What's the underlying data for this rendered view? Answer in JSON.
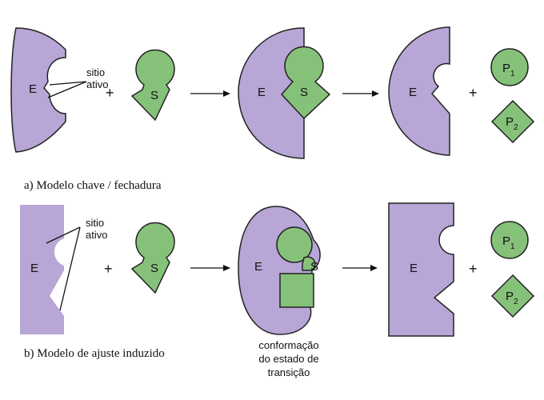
{
  "row_a": {
    "enzyme_label": "E",
    "active_site_label_1": "sitio",
    "active_site_label_2": "ativo",
    "plus_1": "+",
    "substrate_label": "S",
    "complex_enzyme_label": "E",
    "complex_substrate_label": "S",
    "product_enzyme_label": "E",
    "plus_2": "+",
    "product_1": {
      "base": "P",
      "sub": "1"
    },
    "product_2": {
      "base": "P",
      "sub": "2"
    },
    "caption": "a) Modelo chave / fechadura"
  },
  "row_b": {
    "enzyme_label": "E",
    "active_site_label_1": "sitio",
    "active_site_label_2": "ativo",
    "plus_1": "+",
    "substrate_label": "S",
    "complex_enzyme_label": "E",
    "complex_substrate_label": "S",
    "transition_label_1": "conformação",
    "transition_label_2": "do estado de",
    "transition_label_3": "transição",
    "product_enzyme_label": "E",
    "plus_2": "+",
    "product_1": {
      "base": "P",
      "sub": "1"
    },
    "product_2": {
      "base": "P",
      "sub": "2"
    },
    "caption": "b) Modelo de ajuste induzido"
  },
  "colors": {
    "enzyme": "#b7a6d6",
    "substrate": "#86c17a",
    "outline": "#222222"
  }
}
